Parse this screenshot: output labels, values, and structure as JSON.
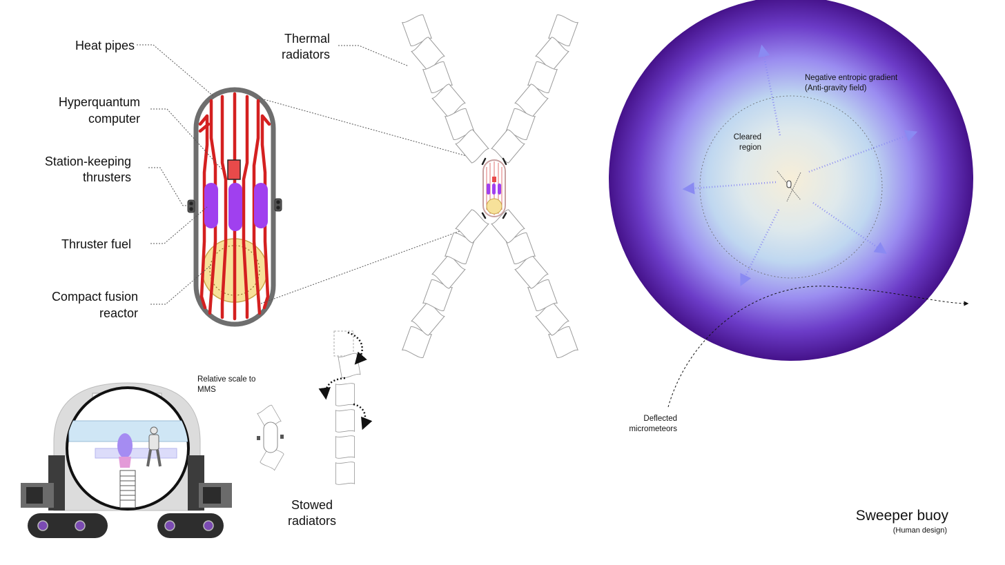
{
  "labels": {
    "heat_pipes": "Heat pipes",
    "hyperquantum_1": "Hyperquantum",
    "hyperquantum_2": "computer",
    "station_keeping_1": "Station-keeping",
    "station_keeping_2": "thrusters",
    "thruster_fuel": "Thruster fuel",
    "fusion_1": "Compact fusion",
    "fusion_2": "reactor",
    "thermal_1": "Thermal",
    "thermal_2": "radiators",
    "stowed_1": "Stowed",
    "stowed_2": "radiators",
    "scale_1": "Relative scale to",
    "scale_2": "MMS",
    "gradient_1": "Negative entropic gradient",
    "gradient_2": "(Anti-gravity field)",
    "cleared_1": "Cleared",
    "cleared_2": "region",
    "deflected_1": "Deflected",
    "deflected_2": "micrometeors",
    "title": "Sweeper buoy",
    "subtitle": "(Human design)"
  },
  "colors": {
    "heat_pipe": "#d42020",
    "hull": "#6e6e6e",
    "fuel": "#a040ef",
    "reactor": "#f7e19a",
    "computer": "#e84a4a",
    "field_outer": "#4a158c",
    "field_mid": "#9b8cf0",
    "field_inner": "#f6ecd6"
  }
}
